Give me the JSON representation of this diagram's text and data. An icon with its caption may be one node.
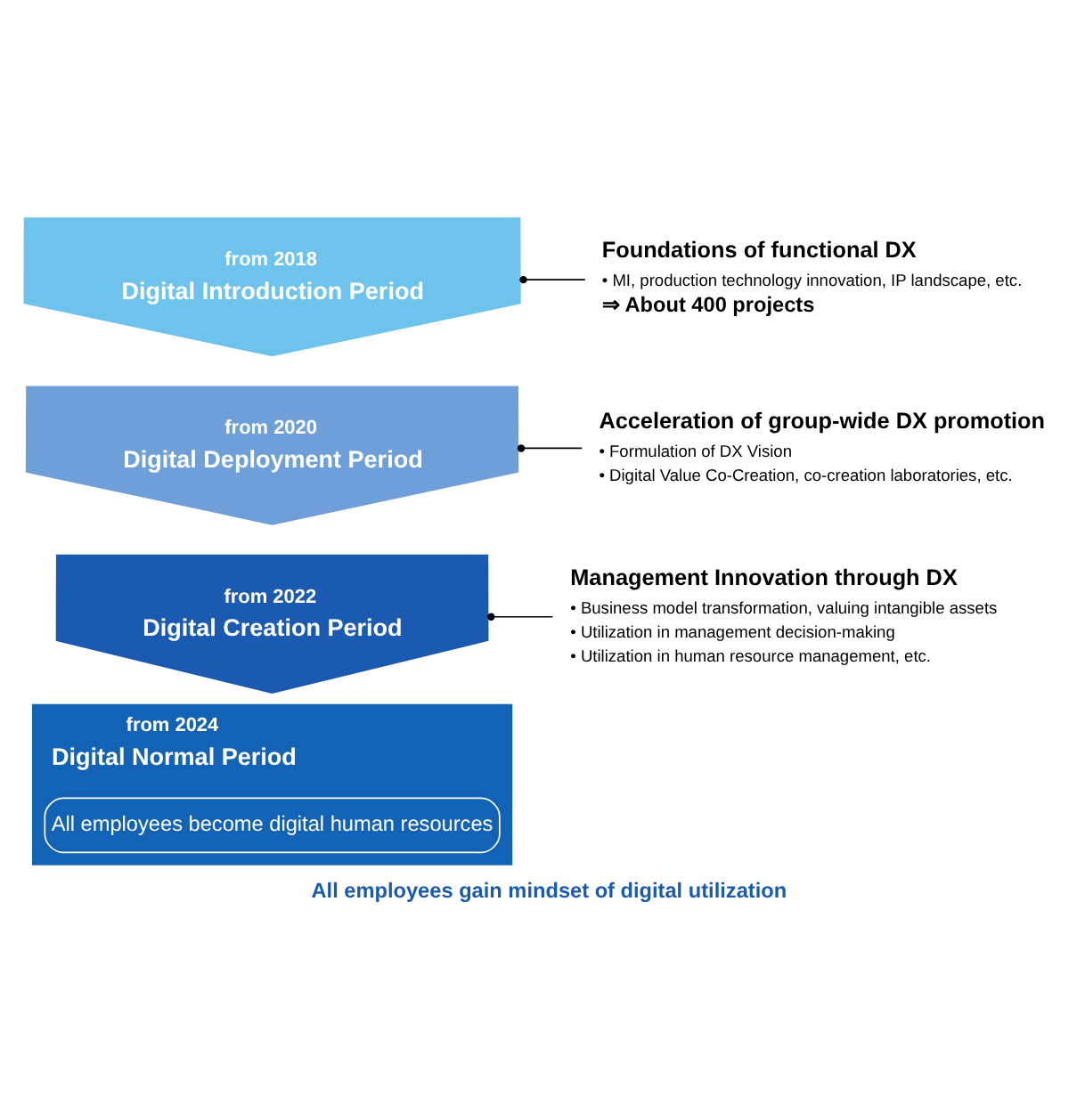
{
  "diagram": {
    "caption": "All employees gain mindset of digital utilization",
    "nodes": [
      {
        "text": [
          "from 2018",
          "Digital Introduction Period"
        ]
      },
      {
        "text": [
          "Foundations of functional DX",
          "• MI, production technology innovation, IP landscape, etc.",
          "⇒ About 400 projects"
        ]
      },
      {
        "text": [
          "from 2020",
          "Digital Deployment Period"
        ]
      },
      {
        "text": [
          "Acceleration of group-wide DX promotion",
          "• Formulation of DX Vision",
          "• Digital Value Co-Creation, co-creation laboratories, etc."
        ]
      },
      {
        "text": [
          "from 2022",
          "Digital Creation Period"
        ]
      },
      {
        "text": [
          "Management Innovation through DX",
          "• Business model transformation, valuing intangible assets",
          "• Utilization in management decision-making",
          "• Utilization in human resource management, etc."
        ]
      },
      {
        "text": [
          "from 2024",
          "Digital Normal Period"
        ]
      },
      {
        "text": [
          "All employees become digital human resources"
        ],
        "in": 6
      }
    ],
    "edges": [
      {
        "from": 0,
        "to": 1,
        "arrow": "other"
      },
      {
        "from": 2,
        "to": 3,
        "arrow": "other"
      },
      {
        "from": 4,
        "to": 5,
        "arrow": "other"
      }
    ]
  }
}
